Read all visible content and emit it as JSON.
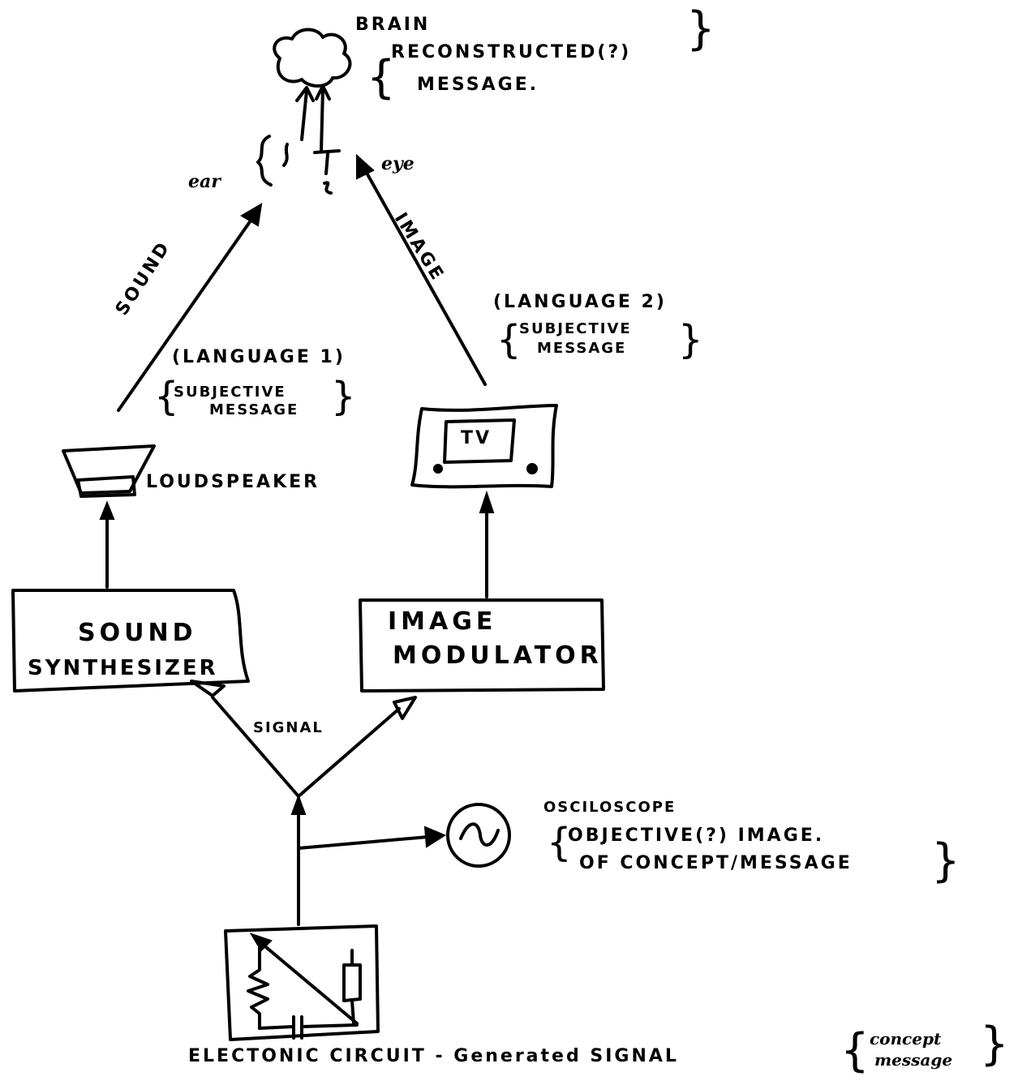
{
  "diagram": {
    "brain": {
      "label": "BRAIN",
      "reconstructed": "RECONSTRUCTED(?)",
      "message": "MESSAGE."
    },
    "ear_label": "ear",
    "eye_label": "eye",
    "sound_label": "SOUND",
    "image_label": "IMAGE",
    "language1": {
      "title": "(LANGUAGE 1)",
      "line1": "SUBJECTIVE",
      "line2": "MESSAGE"
    },
    "language2": {
      "title": "(LANGUAGE 2)",
      "line1": "SUBJECTIVE",
      "line2": "MESSAGE"
    },
    "loudspeaker_label": "LOUDSPEAKER",
    "tv_label": "TV",
    "sound_synth": {
      "line1": "SOUND",
      "line2": "SYNTHESIZER"
    },
    "image_mod": {
      "line1": "IMAGE",
      "line2": "MODULATOR"
    },
    "signal_label": "SIGNAL",
    "oscilloscope": {
      "label": "OSCILOSCOPE",
      "line1": "OBJECTIVE(?) IMAGE.",
      "line2": "OF CONCEPT/MESSAGE"
    },
    "circuit_label": "ELECTONIC CIRCUIT - Generated SIGNAL",
    "concept_line1": "concept",
    "concept_line2": "message"
  }
}
